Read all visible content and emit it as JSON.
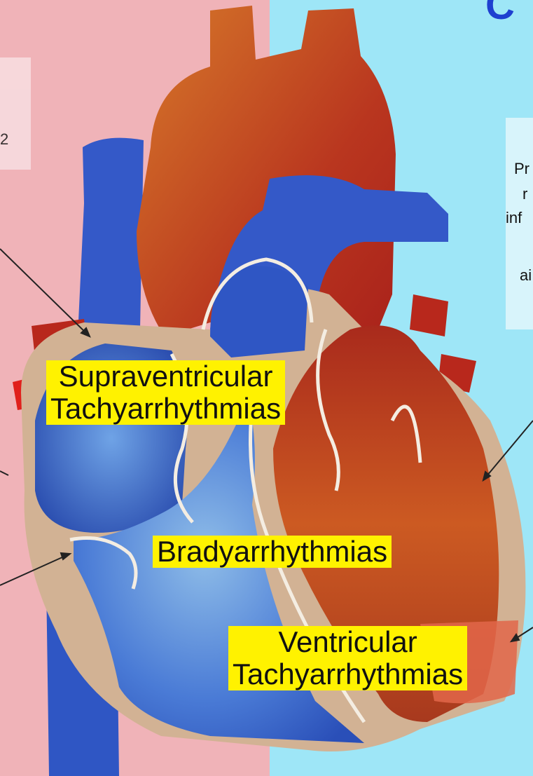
{
  "corner_title": "C",
  "left_panel_text": "2",
  "right_panel_lines": [
    "Pr",
    "r",
    "inf",
    "ai"
  ],
  "labels": {
    "supraventricular": [
      "Supraventricular",
      "Tachyarrhythmias"
    ],
    "brady": "Bradyarrhythmias",
    "ventricular": [
      "Ventricular",
      "Tachyarrhythmias"
    ]
  },
  "colors": {
    "left_bg": "#f0b3b8",
    "right_bg": "#9ee6f7",
    "label_bg": "#fff200",
    "venous_blue": "#2f56c4",
    "arterial_red": "#b8281c",
    "wall_tan": "#d2b294"
  }
}
